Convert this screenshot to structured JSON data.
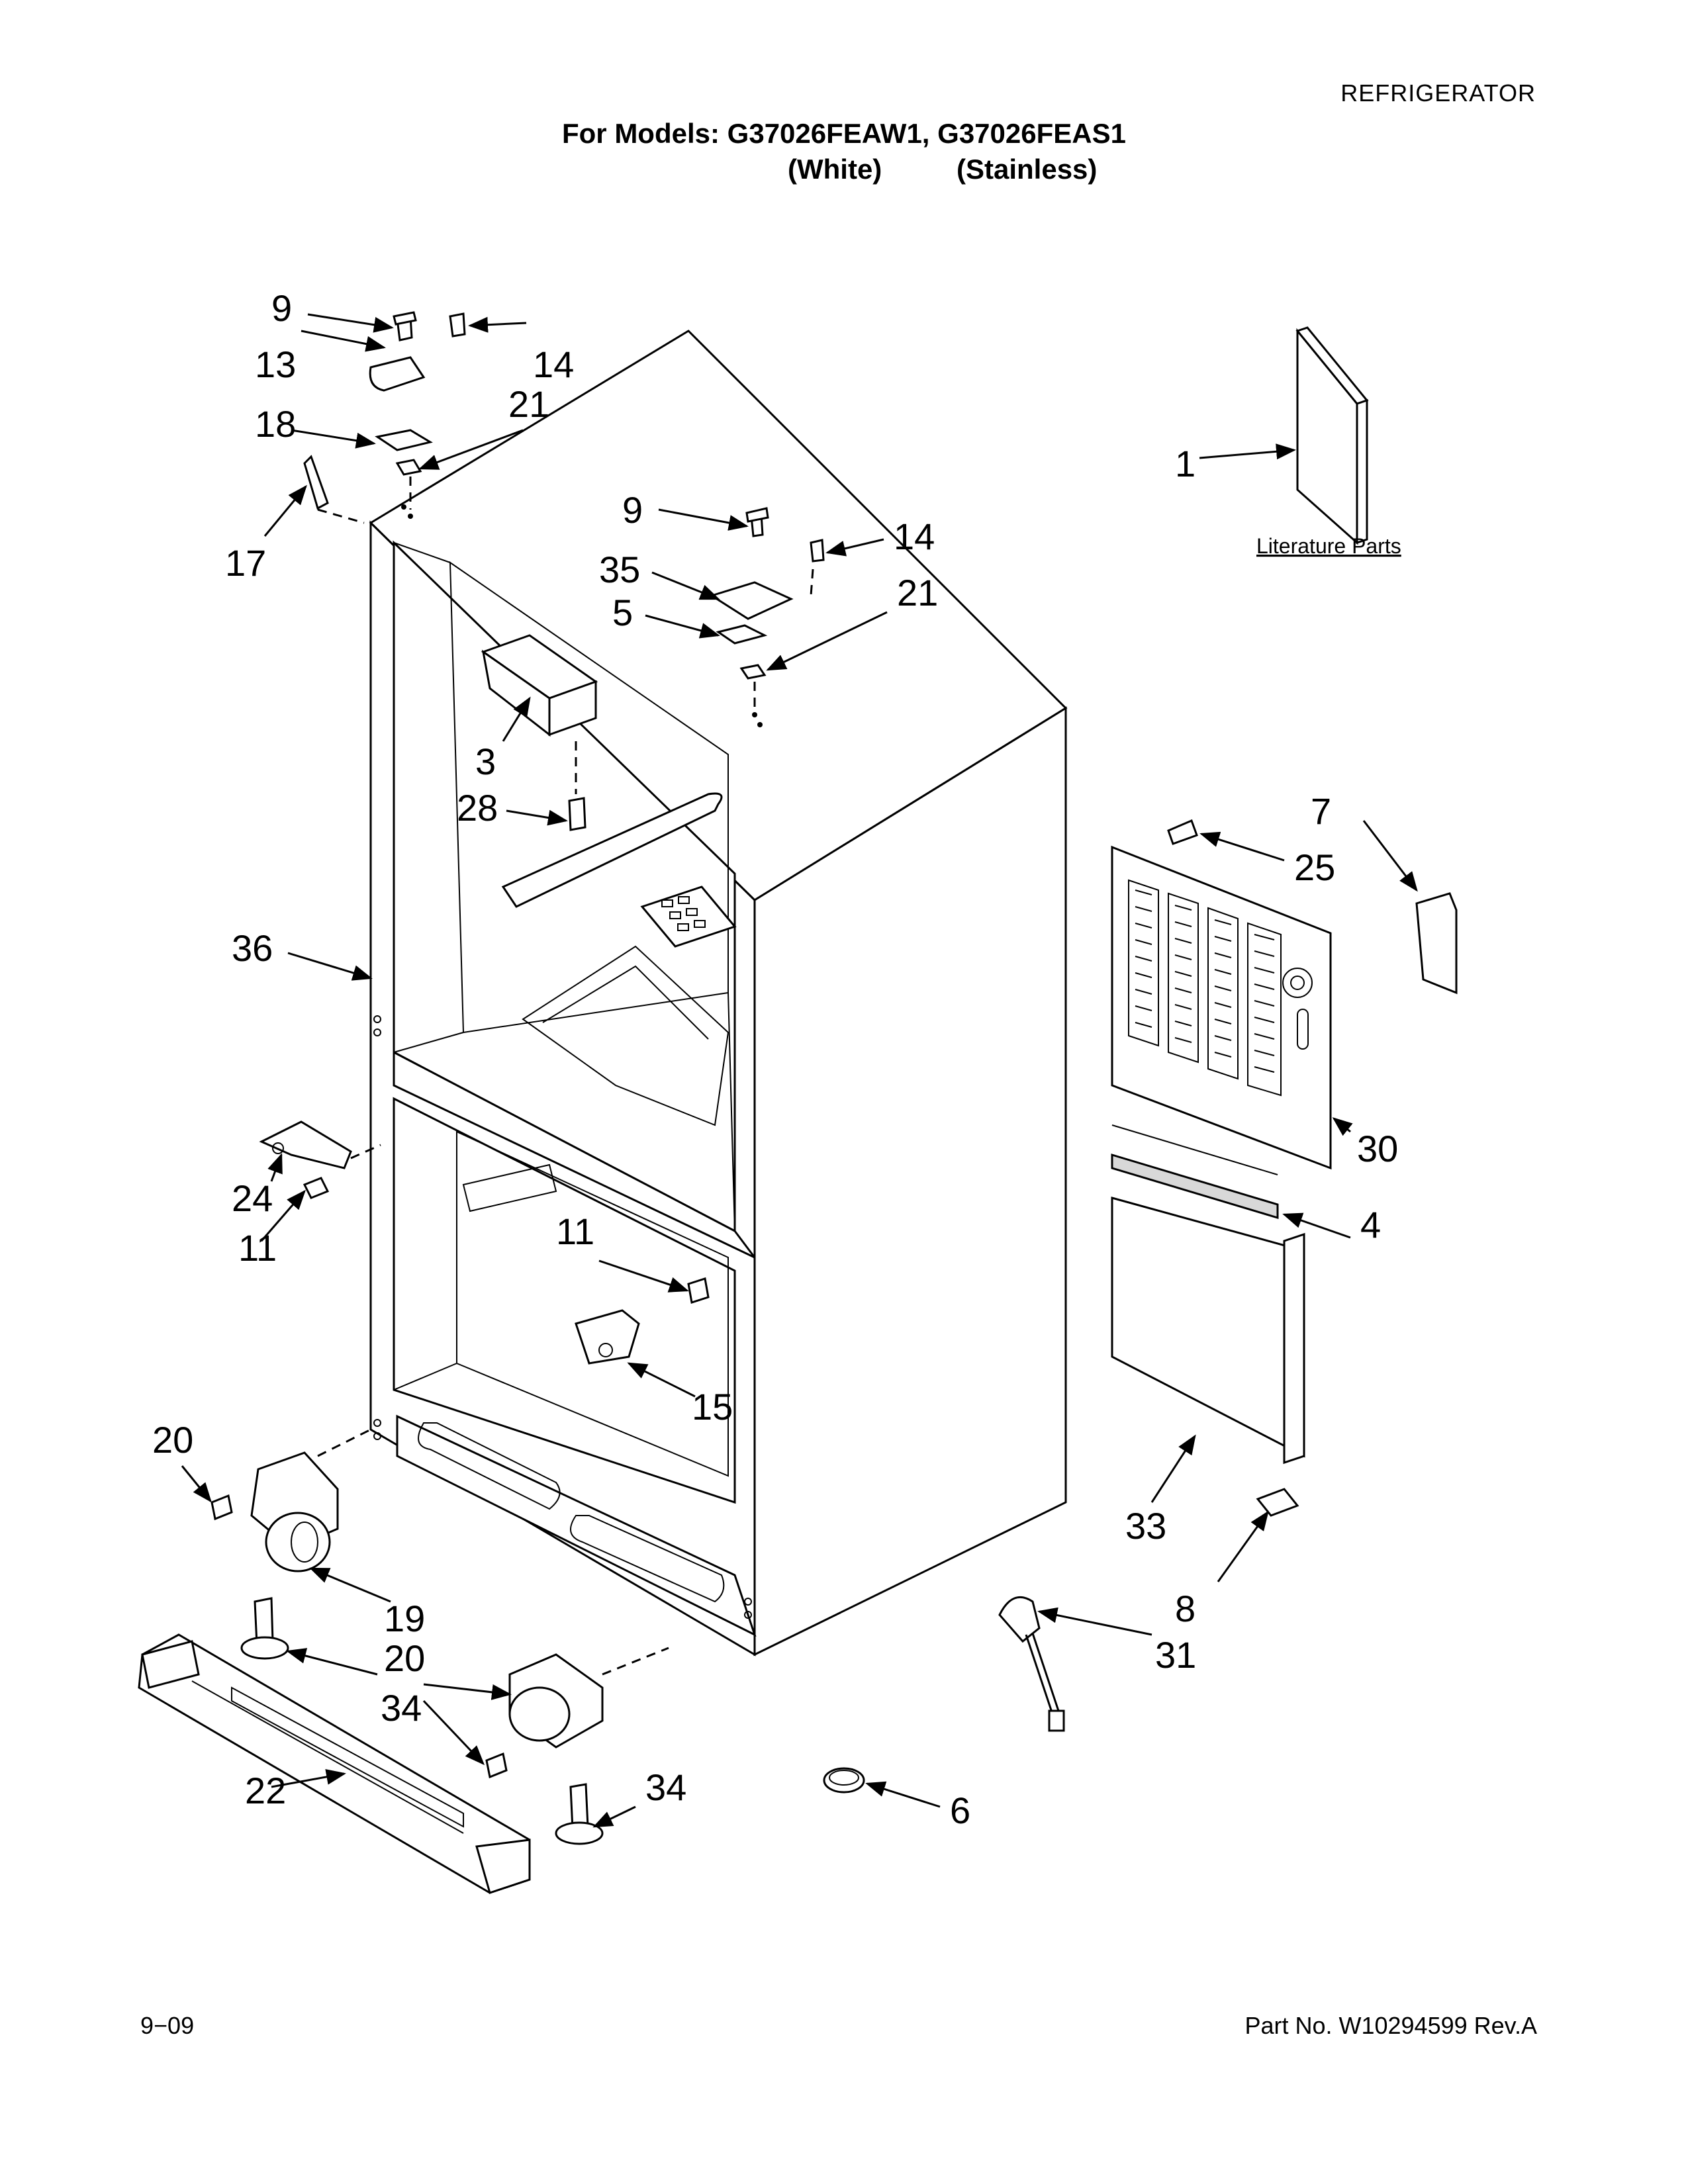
{
  "header": {
    "category": "REFRIGERATOR",
    "models": "For Models: G37026FEAW1, G37026FEAS1",
    "finish_white": "(White)",
    "finish_stainless": "(Stainless)"
  },
  "footer": {
    "date": "9−09",
    "part_number": "Part No. W10294599 Rev.A"
  },
  "diagram": {
    "literature_label": "Literature Parts",
    "callouts": {
      "c9a": "9",
      "c13": "13",
      "c14a": "14",
      "c18": "18",
      "c21a": "21",
      "c17": "17",
      "c9b": "9",
      "c14b": "14",
      "c35": "35",
      "c5": "5",
      "c21b": "21",
      "c1": "1",
      "c3": "3",
      "c28": "28",
      "c36": "36",
      "c7": "7",
      "c25": "25",
      "c30": "30",
      "c4": "4",
      "c24": "24",
      "c11a": "11",
      "c11b": "11",
      "c15": "15",
      "c20a": "20",
      "c19": "19",
      "c20b": "20",
      "c34a": "34",
      "c22": "22",
      "c34b": "34",
      "c33": "33",
      "c8": "8",
      "c31": "31",
      "c6": "6"
    }
  }
}
